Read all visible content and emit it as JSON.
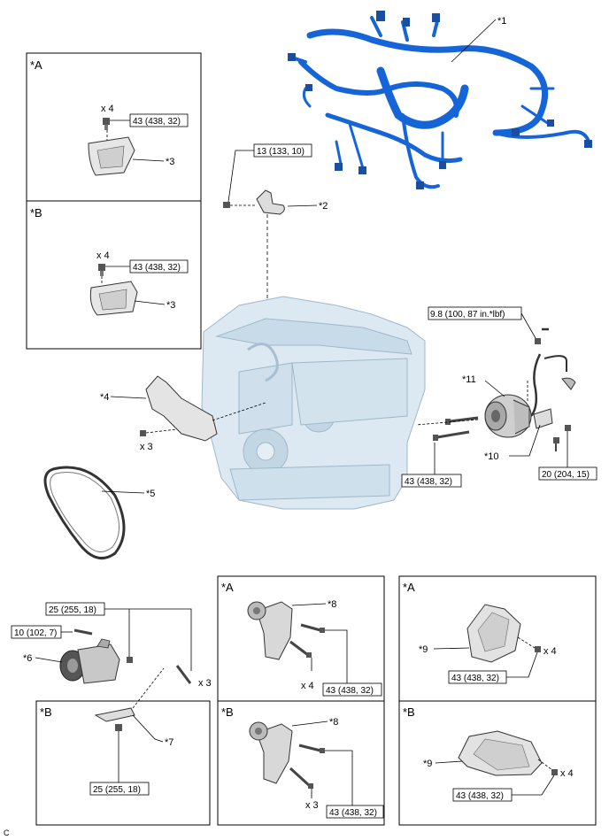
{
  "panels": {
    "top_a": "*A",
    "top_b": "*B",
    "mid_a": "*A",
    "mid_b": "*B",
    "right_a": "*A",
    "right_b": "*B",
    "left_b": "*B"
  },
  "parts": {
    "p1": "*1",
    "p2": "*2",
    "p3a": "*3",
    "p3b": "*3",
    "p4": "*4",
    "p5": "*5",
    "p6": "*6",
    "p7": "*7",
    "p8a": "*8",
    "p8b": "*8",
    "p9a": "*9",
    "p9b": "*9",
    "p10": "*10",
    "p11": "*11"
  },
  "torques": {
    "t_a_bracket": "43 (438, 32)",
    "t_b_bracket": "43 (438, 32)",
    "t_harness": "13 (133, 10)",
    "t_nut": "9.8 (100, 87 in.*lbf)",
    "t_alt": "43 (438, 32)",
    "t_term": "20 (204, 15)",
    "t_comp": "25 (255, 18)",
    "t_comp_stud": "10 (102, 7)",
    "t_comp_brkt": "25 (255, 18)",
    "t_tens_a": "43 (438, 32)",
    "t_tens_b": "43 (438, 32)",
    "t_cov_a": "43 (438, 32)",
    "t_cov_b": "43 (438, 32)"
  },
  "qty": {
    "q_a_top": "x 4",
    "q_b_top": "x 4",
    "q_bracket4": "x 3",
    "q_comp": "x 3",
    "q_tens_a": "x 4",
    "q_tens_b": "x 3",
    "q_cov_a": "x 4",
    "q_cov_b": "x 4"
  },
  "footer_code": "C",
  "colors": {
    "harness": "#1565d8",
    "engine": "#d8e8f2",
    "line": "#000000"
  }
}
